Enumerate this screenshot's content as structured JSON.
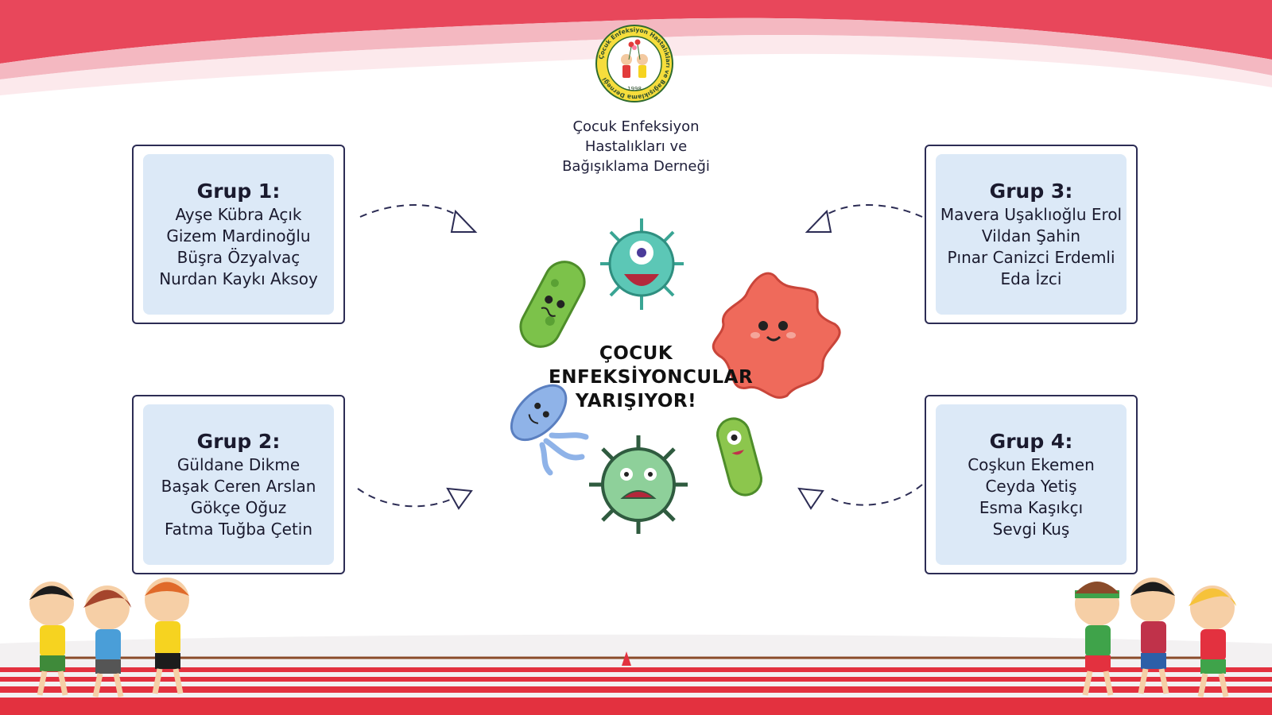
{
  "organization": {
    "logo_year": "1998",
    "logo_ring_text": "Çocuk Enfeksiyon Hastalıkları ve Bağışıklama Derneği",
    "name": "Çocuk Enfeksiyon\nHastalıkları ve\nBağışıklama Derneği"
  },
  "center_title": "ÇOCUK\nENFEKSİYONCULAR\nYARIŞIYOR!",
  "groups": [
    {
      "title": "Grup 1:",
      "members": [
        "Ayşe Kübra Açık",
        "Gizem Mardinoğlu",
        "Büşra Özyalvaç",
        "Nurdan Kaykı Aksoy"
      ]
    },
    {
      "title": "Grup 2:",
      "members": [
        "Güldane Dikme",
        "Başak Ceren Arslan",
        "Gökçe Oğuz",
        "Fatma Tuğba Çetin"
      ]
    },
    {
      "title": "Grup 3:",
      "members": [
        "Mavera Uşaklıoğlu Erol",
        "Vildan Şahin",
        "Pınar Canizci Erdemli",
        "Eda İzci"
      ]
    },
    {
      "title": "Grup 4:",
      "members": [
        "Coşkun Ekemen",
        "Ceyda Yetiş",
        "Esma Kaşıkçı",
        "Sevgi Kuş"
      ]
    }
  ],
  "colors": {
    "header_red": "#e8475b",
    "header_pink": "#f4b8c1",
    "card_fill": "#dce9f7",
    "card_border": "#2c2c54",
    "track_red": "#e3313f"
  },
  "icons": [
    "germ-green-bacillus-icon",
    "germ-teal-virus-icon",
    "germ-red-amoeba-icon",
    "germ-blue-bacterium-icon",
    "germ-green-virus-icon",
    "germ-small-green-icon"
  ]
}
